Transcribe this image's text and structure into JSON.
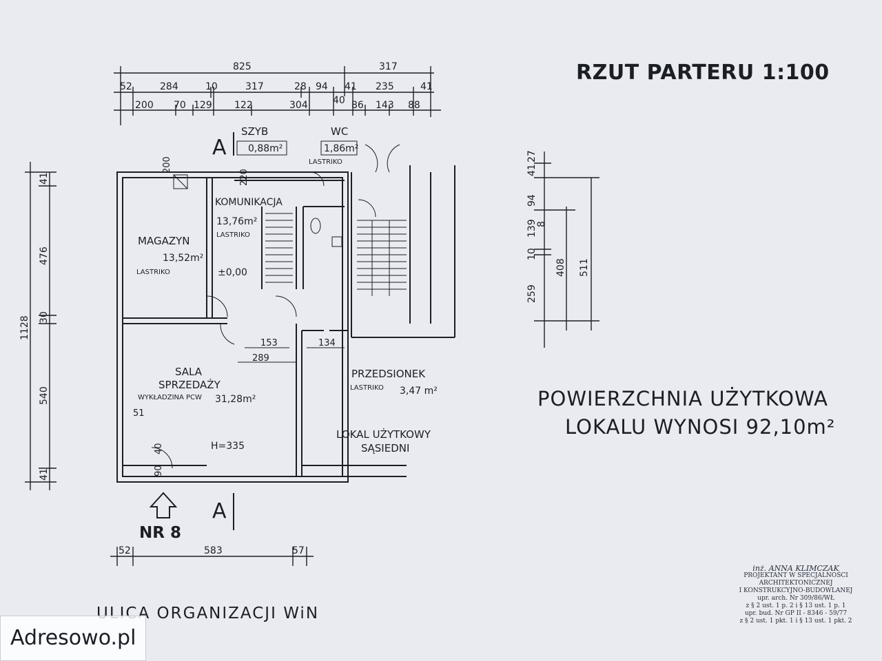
{
  "header": {
    "title": "RZUT PARTERU   1:100"
  },
  "summary": {
    "line1": "POWIERZCHNIA UŻYTKOWA",
    "line2": "LOKALU WYNOSI 92,10m²"
  },
  "street": "ULICA  ORGANIZACJI WiN",
  "entrance": "NR 8",
  "section_marker": "A",
  "top_dims": {
    "row1": [
      "825",
      "317"
    ],
    "row2": [
      "52",
      "284",
      "10",
      "317",
      "28",
      "94",
      "41",
      "235",
      "41"
    ],
    "row3": [
      "200",
      "70",
      "129",
      "122",
      "304",
      "40",
      "86",
      "143",
      "88"
    ]
  },
  "left_dims": [
    "41",
    "476",
    "30",
    "540",
    "41",
    "1128"
  ],
  "right_dims": [
    "27",
    "41",
    "94",
    "139",
    "8",
    "10",
    "259",
    "408",
    "511"
  ],
  "bottom_dims": [
    "52",
    "583",
    "57"
  ],
  "rooms": {
    "szyb": {
      "name": "SZYB",
      "area": "0,88m²"
    },
    "wc": {
      "name": "WC",
      "area": "1,86m²",
      "floor": "LASTRIKO"
    },
    "komunikacja": {
      "name": "KOMUNIKACJA",
      "area": "13,76m²",
      "floor": "LASTRIKO",
      "level": "±0,00"
    },
    "magazyn": {
      "name": "MAGAZYN",
      "area": "13,52m²",
      "floor": "LASTRIKO"
    },
    "sala": {
      "name1": "SALA",
      "name2": "SPRZEDAŻY",
      "floor": "WYKŁADZINA PCW",
      "area": "31,28m²",
      "height": "H=335"
    },
    "przedsionek": {
      "name": "PRZEDSIONEK",
      "floor": "LASTRIKO",
      "area": "3,47 m²"
    },
    "neighbor": {
      "line1": "LOKAL UŻYTKOWY",
      "line2": "SĄSIEDNI"
    }
  },
  "inner_dims": [
    "153",
    "289",
    "134",
    "51",
    "40",
    "90",
    "200",
    "220"
  ],
  "stamp": {
    "name": "inż. ANNA KLIMCZAK",
    "lines": [
      "PROJEKTANT W SPECJALNOŚCI",
      "ARCHITEKTONICZNEJ",
      "I KONSTRUKCYJNO-BUDOWLANEJ",
      "upr. arch. Nr 309/86/WŁ",
      "z § 2 ust. 1 p. 2 i § 13 ust. 1 p. 1",
      "upr. bud. Nr GP II - 8346 - 59/77",
      "z § 2 ust. 1 pkt. 1 i § 13 ust. 1 pkt. 2"
    ]
  },
  "watermark": "Adresowo.pl"
}
